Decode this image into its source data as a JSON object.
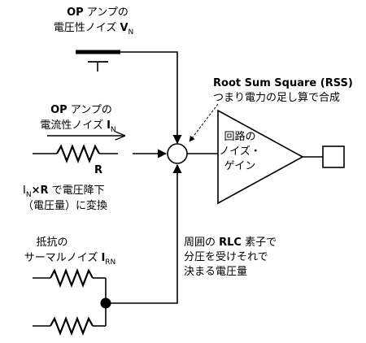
{
  "op_voltage_noise": {
    "line1_bold": "OP",
    "line1_rest": " アンプの",
    "line2_text": "電圧性ノイズ ",
    "line2_symbol": "V",
    "line2_sub": "N"
  },
  "op_current_noise": {
    "line1_bold": "OP",
    "line1_rest": " アンプの",
    "line2_text": "電流性ノイズ ",
    "line2_symbol": "I",
    "line2_sub": "N",
    "resistor_label": "R"
  },
  "current_times_r_note": {
    "line1_i": "I",
    "line1_sub": "N",
    "line1_bold": "×R",
    "line1_rest": " で電圧降下",
    "line2": "（電圧量）に変換"
  },
  "resistor_thermal_noise": {
    "line1": "抵抗の",
    "line2_text": "サーマルノイズ ",
    "line2_symbol": "I",
    "line2_sub": "RN"
  },
  "rss_note": {
    "line1_bold": "Root Sum Square (RSS)",
    "line2_text": "つまり電力の足し算で合成"
  },
  "noise_gain": {
    "line1": "回路の",
    "line2": "ノイズ・",
    "line3": "ゲイン"
  },
  "rlc_note": {
    "line1_text": "周囲の ",
    "line1_bold": "RLC",
    "line1_rest": " 素子で",
    "line2": "分圧を受けそれで",
    "line3": "決まる電圧量"
  }
}
